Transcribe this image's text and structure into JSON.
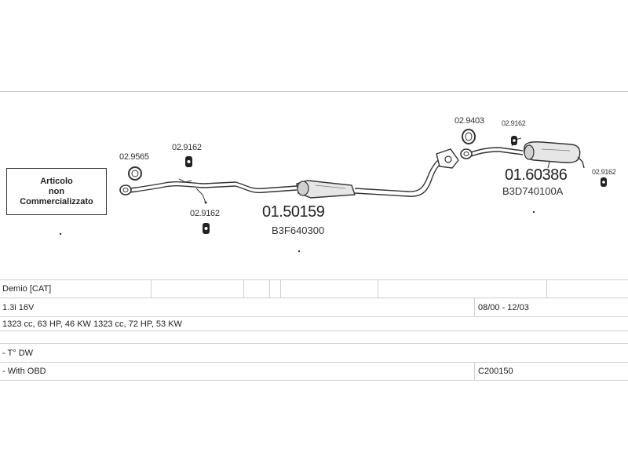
{
  "diagram": {
    "box_line1": "Articolo",
    "box_line2": "non",
    "box_line3": "Commercializzato",
    "parts": {
      "p_2_9565": "02.9565",
      "p_2_9162_a": "02.9162",
      "p_2_9162_b": "02.9162",
      "p_2_9403": "02.9403",
      "p_2_9162_c": "02.9162",
      "p_2_9162_d": "02.9162"
    },
    "mid_muffler_code": "01.50159",
    "mid_muffler_ref": "B3F640300",
    "rear_muffler_code": "01.60386",
    "rear_muffler_ref": "B3D740100A"
  },
  "table": {
    "model": "Demio  [CAT]",
    "engine": "1.3i 16V",
    "years": "08/00 - 12/03",
    "specs": "1323 cc, 63 HP, 46 KW 1323 cc, 72 HP, 53 KW",
    "note1": "- T° DW",
    "note2": "- With OBD",
    "catalog_code": "C200150"
  }
}
